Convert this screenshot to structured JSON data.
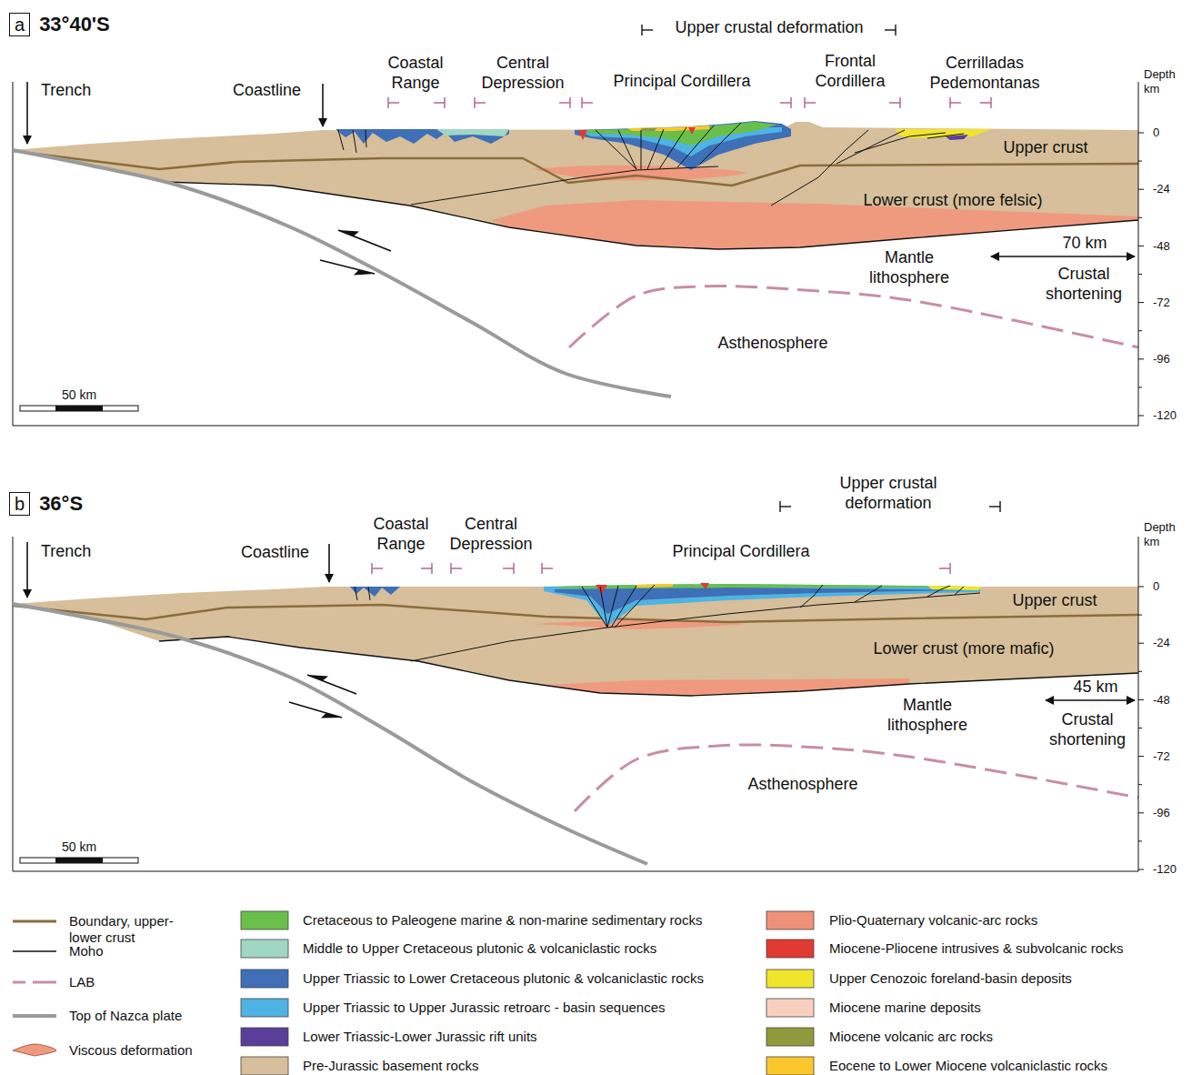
{
  "diagram": {
    "nodes": [
      {
        "text": [
          "a",
          "33°40'S"
        ]
      },
      {
        "text": [
          "b",
          "36°S"
        ]
      }
    ],
    "labels": [
      "Upper crustal deformation",
      "Trench",
      "Coastline",
      "Coastal Range",
      "Central Depression",
      "Principal Cordillera",
      "Frontal Cordillera",
      "Cerrilladas Pedemontanas",
      "Depth km",
      "0",
      "-24",
      "-48",
      "-72",
      "-96",
      "-120",
      "Upper crust",
      "Lower crust (more felsic)",
      "Mantle lithosphere",
      "70 km",
      "Crustal shortening",
      "Asthenosphere",
      "50 km",
      "Upper crustal deformation",
      "Trench",
      "Coastline",
      "Coastal Range",
      "Central Depression",
      "Principal Cordillera",
      "Depth km",
      "0",
      "-24",
      "-48",
      "-72",
      "-96",
      "-120",
      "Upper crust",
      "Lower crust (more mafic)",
      "Mantle lithosphere",
      "45 km",
      "Crustal shortening",
      "Asthenosphere",
      "50 km"
    ],
    "legend": [
      {
        "text": "Boundary, upper-lower crust"
      },
      {
        "text": "Moho"
      },
      {
        "text": "LAB"
      },
      {
        "text": "Top of Nazca plate"
      },
      {
        "text": "Viscous deformation"
      },
      {
        "text": "Cretaceous to Paleogene marine & non-marine sedimentary rocks",
        "color": "#6abf4b"
      },
      {
        "text": "Middle to Upper Cretaceous plutonic & volcaniclastic rocks",
        "color": "#9fd6c4"
      },
      {
        "text": "Upper Triassic to Lower Cretaceous plutonic & volcaniclastic rocks",
        "color": "#3e6fb7"
      },
      {
        "text": "Upper Triassic to Upper Jurassic retroarc - basin sequences",
        "color": "#4fb3e3"
      },
      {
        "text": "Lower Triassic-Lower Jurassic rift units",
        "color": "#5a3f9a"
      },
      {
        "text": "Pre-Jurassic basement rocks",
        "color": "#d6bf9a"
      },
      {
        "text": "Plio-Quaternary volcanic-arc rocks",
        "color": "#ef9179"
      },
      {
        "text": "Miocene-Pliocene intrusives & subvolcanic rocks",
        "color": "#e03a33"
      },
      {
        "text": "Upper Cenozoic foreland-basin deposits",
        "color": "#f1e52c"
      },
      {
        "text": "Miocene marine deposits",
        "color": "#f9cfc0"
      },
      {
        "text": "Miocene volcanic arc rocks",
        "color": "#8f9a3c"
      },
      {
        "text": "Eocene to Lower Miocene volcaniclastic rocks",
        "color": "#fbc72c"
      }
    ]
  }
}
